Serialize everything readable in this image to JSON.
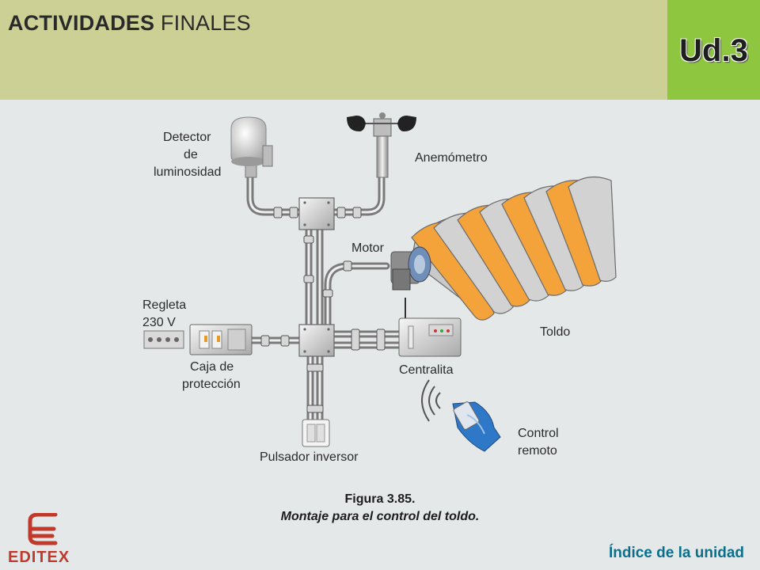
{
  "header": {
    "title_bold": "ACTIVIDADES",
    "title_rest": "FINALES",
    "unit": "Ud.3"
  },
  "diagram": {
    "labels": {
      "detector": [
        "Detector",
        "de",
        "luminosidad"
      ],
      "anemometro": "Anemómetro",
      "motor": "Motor",
      "regleta": [
        "Regleta",
        "230 V"
      ],
      "toldo": "Toldo",
      "caja": [
        "Caja de",
        "protección"
      ],
      "centralita": "Centralita",
      "control": [
        "Control",
        "remoto"
      ],
      "pulsador": "Pulsador inversor"
    }
  },
  "caption": {
    "line1": "Figura 3.85.",
    "line2": "Montaje para el control del toldo."
  },
  "footer": {
    "logo_text": "EDITEX",
    "index_link": "Índice de la unidad"
  },
  "colors": {
    "header_bg": "#ccd095",
    "unit_bg": "#8ec63f",
    "page_bg": "#e4e8e9",
    "awning_orange": "#f4a23a",
    "awning_grey": "#c8c8c8",
    "remote_blue": "#2f78c8",
    "link": "#0c6f8a",
    "logo_red": "#c0392b"
  }
}
